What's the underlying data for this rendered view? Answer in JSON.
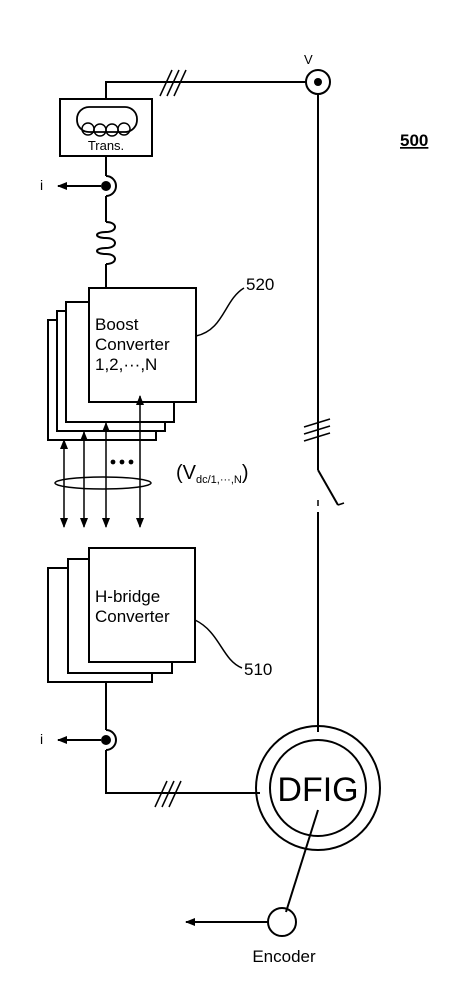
{
  "figure_number": "500",
  "node_voltage": "V",
  "transformer_label": "Trans.",
  "current_top": "i",
  "current_bottom": "i",
  "boost": {
    "ref": "520",
    "lines": [
      "Boost",
      "Converter",
      "1,2,···,N"
    ]
  },
  "vdc": {
    "open": "(V",
    "sub": "dc/1,···,N",
    "close": ")"
  },
  "hbridge": {
    "ref": "510",
    "lines": [
      "H-bridge",
      "Converter"
    ]
  },
  "dfig_label": "DFIG",
  "encoder_label": "Encoder"
}
